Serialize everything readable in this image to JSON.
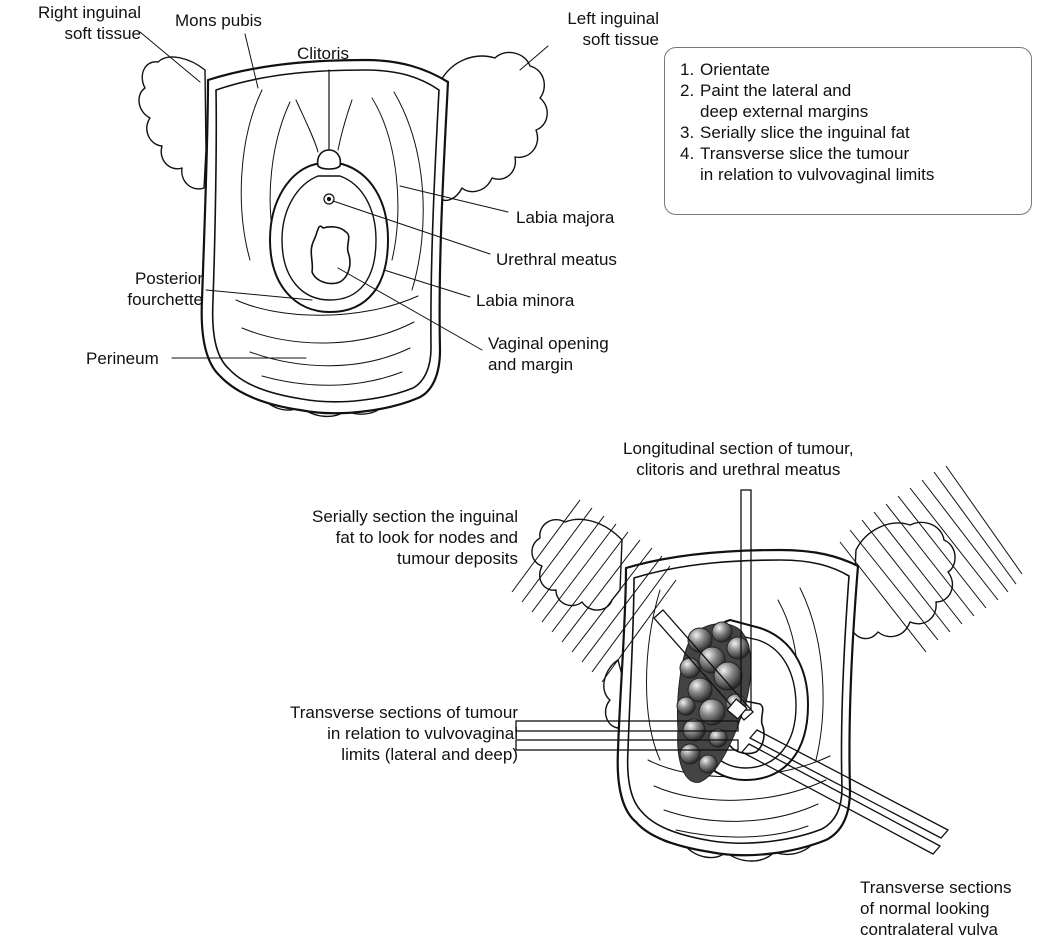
{
  "labels": {
    "right_inguinal": [
      "Right inguinal",
      "soft tissue"
    ],
    "mons_pubis": "Mons pubis",
    "clitoris": "Clitoris",
    "left_inguinal": [
      "Left inguinal",
      "soft tissue"
    ],
    "labia_majora": "Labia majora",
    "urethral_meatus": "Urethral meatus",
    "posterior_fourchette": [
      "Posterior",
      "fourchette"
    ],
    "labia_minora": "Labia minora",
    "perineum": "Perineum",
    "vaginal_opening": [
      "Vaginal opening",
      "and margin"
    ],
    "longitudinal_section": [
      "Longitudinal section of tumour,",
      "clitoris and urethral meatus"
    ],
    "serial_inguinal": [
      "Serially section the inguinal",
      "fat to look for nodes and",
      "tumour deposits"
    ],
    "transverse_tumour": [
      "Transverse sections of tumour",
      "in relation to vulvovaginal",
      "limits (lateral and deep)"
    ],
    "transverse_normal": [
      "Transverse sections",
      "of normal looking",
      "contralateral vulva"
    ]
  },
  "steps": [
    {
      "num": "1.",
      "lines": [
        "Orientate"
      ]
    },
    {
      "num": "2.",
      "lines": [
        "Paint the lateral and",
        "deep external margins"
      ]
    },
    {
      "num": "3.",
      "lines": [
        "Serially slice the inguinal fat"
      ]
    },
    {
      "num": "4.",
      "lines": [
        "Transverse slice the tumour",
        "in relation to vulvovaginal limits"
      ]
    }
  ]
}
